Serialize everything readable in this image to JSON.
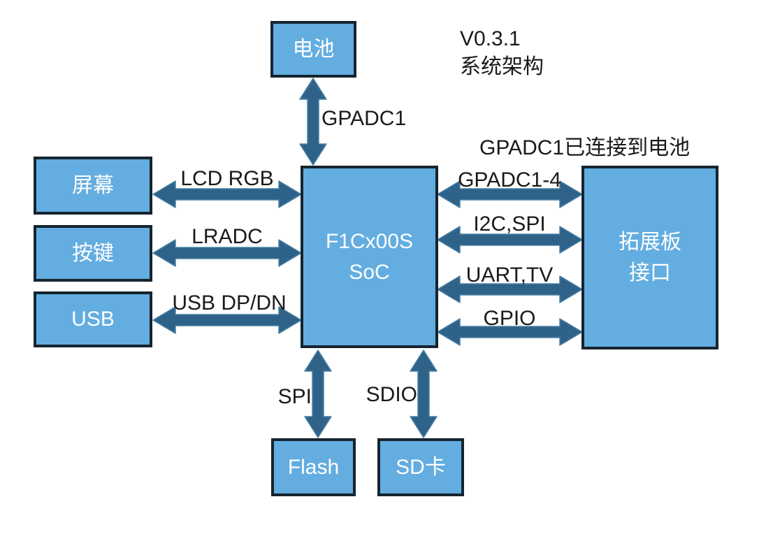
{
  "title": {
    "version": "V0.3.1",
    "subtitle": "系统架构"
  },
  "annotation": "GPADC1已连接到电池",
  "nodes": {
    "battery": "电池",
    "screen": "屏幕",
    "keys": "按键",
    "usb": "USB",
    "soc": {
      "line1": "F1Cx00S",
      "line2": "SoC"
    },
    "expansion": {
      "line1": "拓展板",
      "line2": "接口"
    },
    "flash": "Flash",
    "sdcard": "SD卡"
  },
  "connections": {
    "battery_soc": "GPADC1",
    "screen_soc": "LCD RGB",
    "keys_soc": "LRADC",
    "usb_soc": "USB DP/DN",
    "soc_expansion_1": "GPADC1-4",
    "soc_expansion_2": "I2C,SPI",
    "soc_expansion_3": "UART,TV",
    "soc_expansion_4": "GPIO",
    "soc_flash": "SPI",
    "soc_sdcard": "SDIO"
  },
  "colors": {
    "node_fill": "#63ade0",
    "node_border": "#152430",
    "arrow_fill": "#2f6288",
    "arrow_edge": "#4a82a6",
    "label_text": "#1a1a1a",
    "node_text": "#ffffff",
    "background": "#ffffff"
  }
}
